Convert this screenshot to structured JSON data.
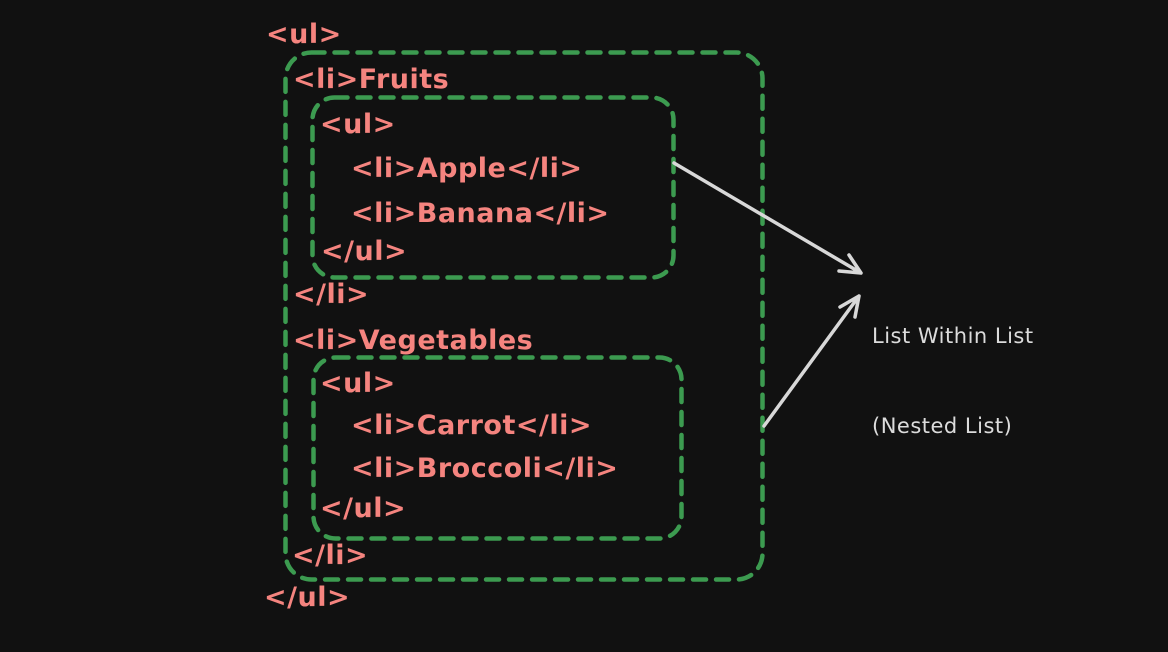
{
  "diagram": {
    "code_lines": [
      {
        "text": "<ul>"
      },
      {
        "text": "<li>Fruits"
      },
      {
        "text": "<ul>"
      },
      {
        "text": "<li>Apple</li>"
      },
      {
        "text": "<li>Banana</li>"
      },
      {
        "text": "</ul>"
      },
      {
        "text": "</li>"
      },
      {
        "text": "<li>Vegetables"
      },
      {
        "text": "<ul>"
      },
      {
        "text": "<li>Carrot</li>"
      },
      {
        "text": "<li>Broccoli</li>"
      },
      {
        "text": "</ul>"
      },
      {
        "text": "</li>"
      },
      {
        "text": "</ul>"
      }
    ],
    "annotation": {
      "line1": "List Within List",
      "line2": "(Nested List)"
    },
    "colors": {
      "background": "#111111",
      "code_text": "#f5847f",
      "box_stroke": "#3c9b50",
      "annotation_text": "#dcdcdc",
      "arrow_stroke": "#d8d8d8"
    }
  }
}
